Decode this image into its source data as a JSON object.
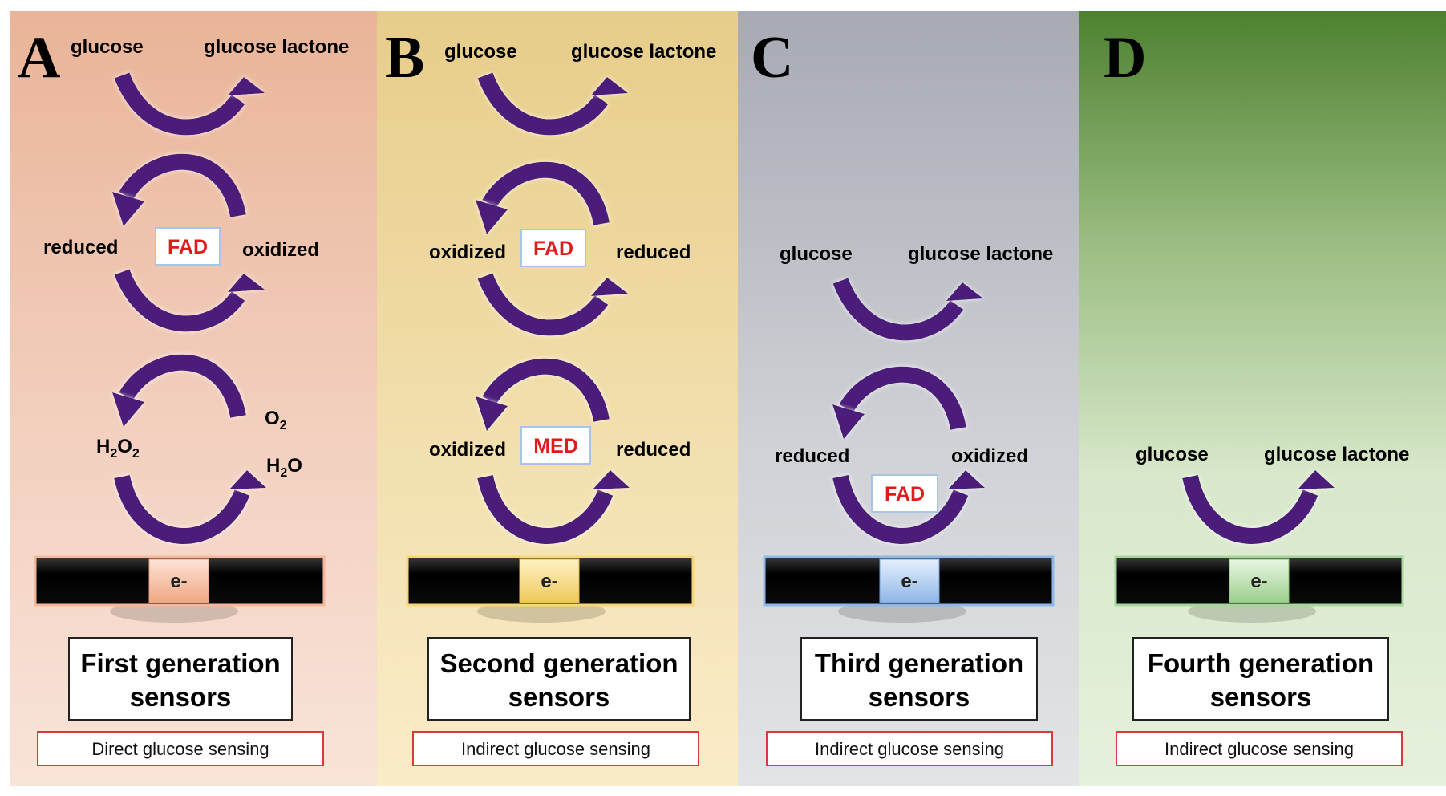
{
  "panels": {
    "a": {
      "letter": "A",
      "top_left": "glucose",
      "top_right": "glucose lactone",
      "mid_left": "reduced",
      "mid_box": "FAD",
      "mid_right": "oxidized",
      "h2o2": {
        "main": "H",
        "sub1": "2",
        "mid": "O",
        "sub2": "2"
      },
      "o2": {
        "main": "O",
        "sub": "2"
      },
      "h2o": {
        "main": "H",
        "sub": "2",
        "tail": "O"
      },
      "electrode": "e-",
      "generation": {
        "line1": "First generation",
        "line2": "sensors"
      },
      "sensing": "Direct glucose sensing",
      "accent": "#f4b79c"
    },
    "b": {
      "letter": "B",
      "top_left": "glucose",
      "top_right": "glucose lactone",
      "mid_left": "oxidized",
      "mid_box": "FAD",
      "mid_right": "reduced",
      "low_left": "oxidized",
      "low_box": "MED",
      "low_right": "reduced",
      "electrode": "e-",
      "generation": {
        "line1": "Second generation",
        "line2": "sensors"
      },
      "sensing": "Indirect glucose sensing",
      "accent": "#f5d77a"
    },
    "c": {
      "letter": "C",
      "top_left": "glucose",
      "top_right": "glucose lactone",
      "low_left": "reduced",
      "low_right": "oxidized",
      "box": "FAD",
      "electrode": "e-",
      "generation": {
        "line1": "Third generation",
        "line2": "sensors"
      },
      "sensing": "Indirect glucose sensing",
      "accent": "#8fb8e8"
    },
    "d": {
      "letter": "D",
      "left": "glucose",
      "right": "glucose lactone",
      "electrode": "e-",
      "generation": {
        "line1": "Fourth generation",
        "line2": "sensors"
      },
      "sensing": "Indirect glucose sensing",
      "accent": "#a6d69a"
    }
  },
  "colors": {
    "arrow": "#4b1a7a",
    "box_text": "#e01b1b",
    "sensing_border": "#d93a3a"
  }
}
